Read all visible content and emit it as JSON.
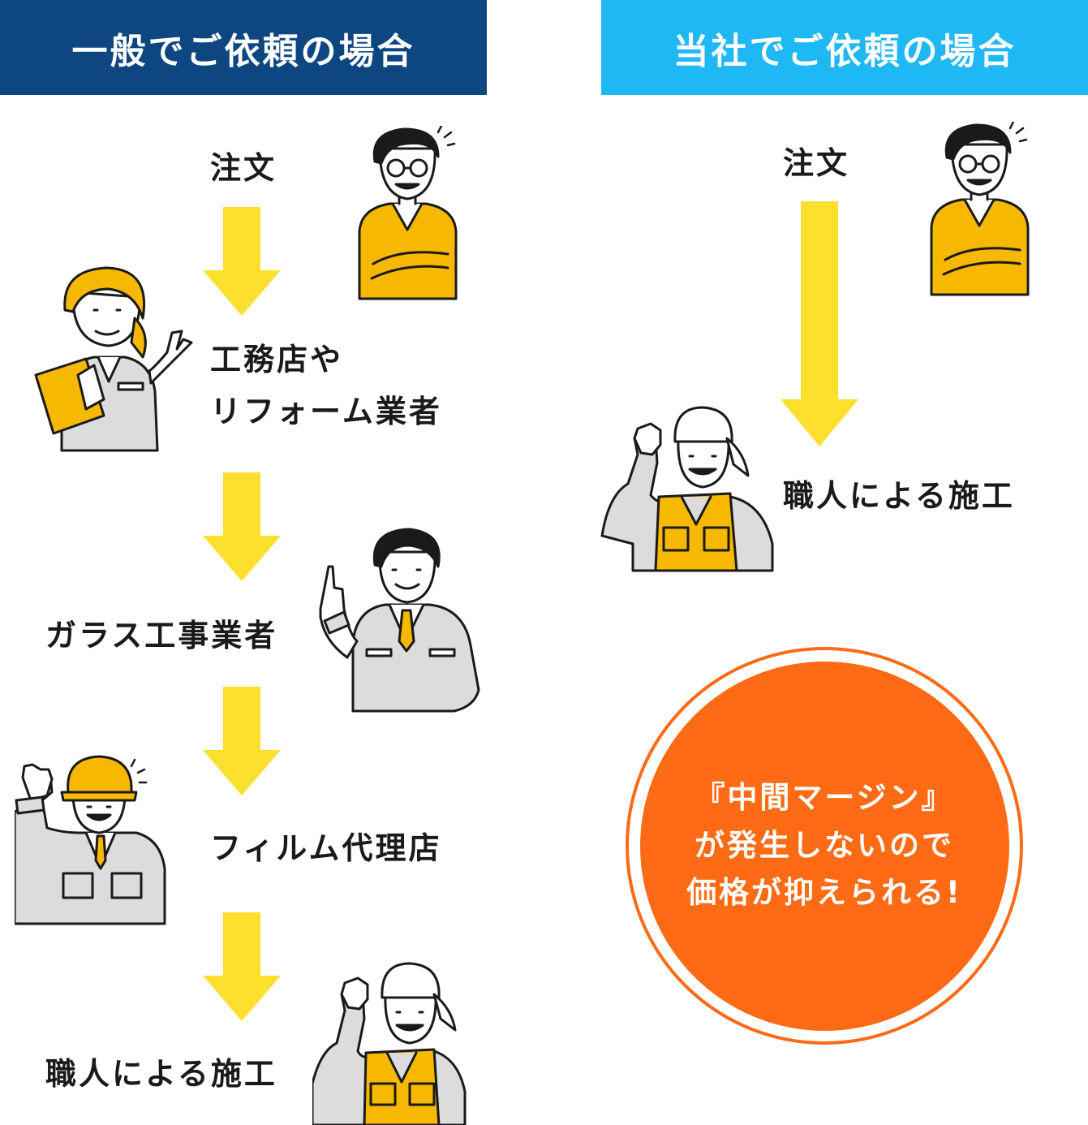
{
  "left_column": {
    "title": "一般でご依頼の場合",
    "steps": [
      {
        "label": "注文"
      },
      {
        "label_line1": "工務店や",
        "label_line2": "リフォーム業者"
      },
      {
        "label": "ガラス工事業者"
      },
      {
        "label": "フィルム代理店"
      },
      {
        "label": "職人による施工"
      }
    ]
  },
  "right_column": {
    "title": "当社でご依頼の場合",
    "steps": [
      {
        "label": "注文"
      },
      {
        "label": "職人による施工"
      }
    ],
    "callout": {
      "line1": "『中間マージン』",
      "line2": "が発生しないので",
      "line3": "価格が抑えられる!"
    }
  },
  "colors": {
    "left_header": "#0d4680",
    "right_header": "#1eb8f5",
    "arrow": "#fde02e",
    "callout": "#ff6b15",
    "outfit_yellow": "#f6b800",
    "outfit_gray": "#dcdcdc"
  }
}
